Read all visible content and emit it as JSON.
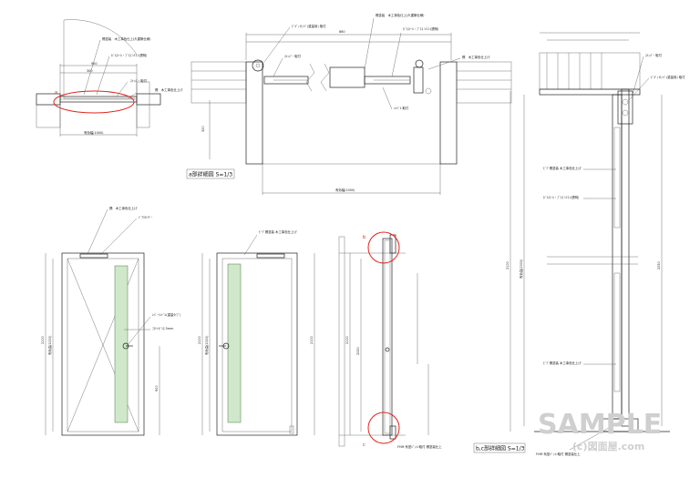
{
  "titles": {
    "a_detail": "a部詳細図 S=1/3",
    "bc_detail": "b,c部詳細図 S=1/3"
  },
  "markers": {
    "a": "a",
    "b": "b",
    "c": "c"
  },
  "notes": {
    "plan_paint": "錫塗装　木工事色仕上げ(建築仕様)",
    "plan_mullion": "仮固定金物 (T) 2×3EIR仕様",
    "plan_glass": "ｶﾞﾗｽｼｰﾙ・ﾌﾞﾗｽ ｼﾘｺﾝ(透明)",
    "plan_hinge": "ﾋﾟﾎﾞｯﾄﾋﾝｼﾞ(重量用) 取付",
    "plan_stopper": "ｽﾄｯﾊﾟｰ 取付",
    "plan_handle": "ﾊﾝﾄﾞﾙ 取付",
    "plan_wall": "錫　木工事色仕上げ",
    "elev_paint": "錫　木工事色仕上げ",
    "elev_lever": "ﾚﾊﾞｰﾊﾝﾄﾞﾙ(重量ﾀｲﾌﾟ)",
    "elev_closer": "ﾄﾞｱｸﾛｰｻﾞｰ",
    "elev_glass": "ﾌﾛｰﾄｶﾞﾗｽ 5mm",
    "sec_hinge": "ﾋﾟﾎﾞｯﾄﾋﾝｼﾞ(重量用) 取付",
    "sec_frame": "ﾋﾞﾃﾞ錫塗装 木工事色仕上げ",
    "sec_bottom": "FHM 気密ﾊﾟｯｷﾝ取付 錫塗装仕上"
  },
  "dims": {
    "plan_total": "有効幅(1000)",
    "plan_a": "900",
    "plan_b": "300",
    "a_total": "有効幅(1000)",
    "a_860": "860",
    "a_320": "320",
    "elev_h": "2100",
    "elev_inner": "有効高(2000)",
    "elev_900": "900",
    "sec_2100": "2100",
    "sec_2050": "2050"
  },
  "watermark": {
    "main": "SAMPLE",
    "sub": "(c)図面屋.com"
  },
  "colors": {
    "line": "#222222",
    "highlight": "#e0241c",
    "glass": "#cfe8c9"
  }
}
